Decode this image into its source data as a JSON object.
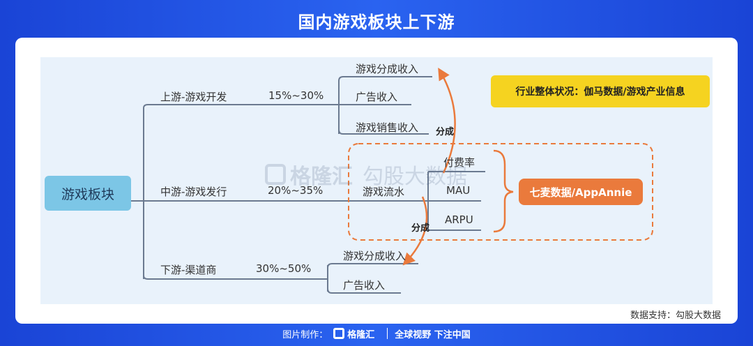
{
  "page": {
    "title": "国内游戏板块上下游",
    "source_text": "数据支持：勾股大数据",
    "footer": {
      "made_by": "图片制作：",
      "brand": "格隆汇",
      "slogan": "全球视野 下注中国"
    }
  },
  "mindmap": {
    "root": "游戏板块",
    "branches": [
      {
        "label": "上游-游戏开发",
        "share": "15%~30%",
        "children": [
          "游戏分成收入",
          "广告收入",
          "游戏销售收入"
        ]
      },
      {
        "label": "中游-游戏发行",
        "share": "20%~35%",
        "children": [
          "游戏流水"
        ],
        "metrics": [
          "付费率",
          "MAU",
          "ARPU"
        ]
      },
      {
        "label": "下游-渠道商",
        "share": "30%~50%",
        "children": [
          "游戏分成收入",
          "广告收入"
        ]
      }
    ],
    "split_label_upper": "分成",
    "split_label_lower": "分成",
    "yellow_note": "行业整体状况：伽马数据/游戏产业信息",
    "orange_note": "七麦数据/AppAnnie"
  },
  "watermark": {
    "brand": "格隆汇",
    "text": "勾股大数据"
  },
  "colors": {
    "background": "#2a63f0",
    "root_fill": "#7cc6e6",
    "line": "#6b7a90",
    "arrow": "#ea7a3c",
    "yellow": "#f5d320",
    "orange": "#ea7a3c"
  }
}
